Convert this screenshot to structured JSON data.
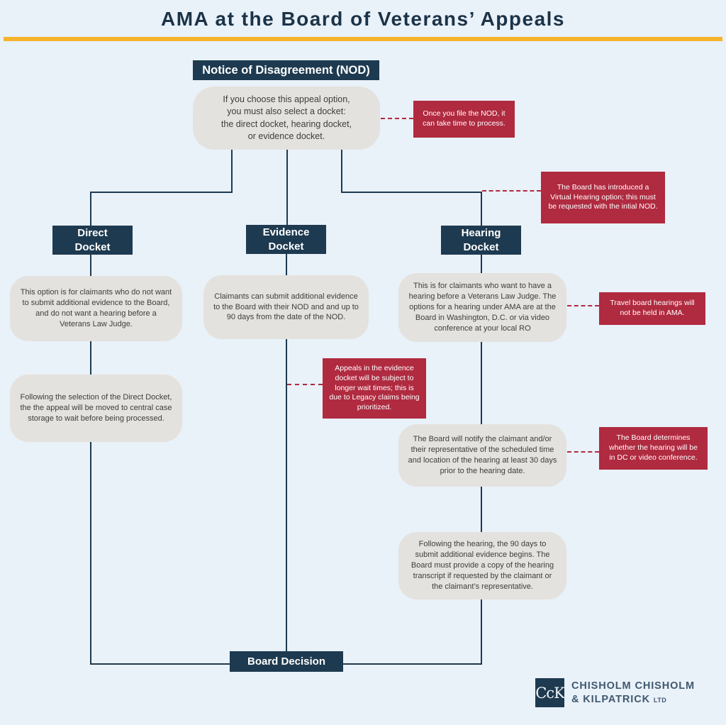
{
  "title": "AMA at the Board of Veterans’ Appeals",
  "nod": {
    "header": "Notice of Disagreement (NOD)",
    "body": "If you choose this appeal option,\nyou must also select a docket:\nthe direct docket, hearing docket,\nor evidence docket."
  },
  "callouts": {
    "nod_note": "Once you file the NOD, it can take time to process.",
    "virtual_hearing": "The Board has introduced a Virtual Hearing option; this must be requested with the intial NOD.",
    "evidence_wait": "Appeals in the evidence docket will be subject to longer wait times; this is due to Legacy claims being prioritized.",
    "travel_board": "Travel board hearings will not be held in AMA.",
    "board_determines": "The Board determines whether the hearing will be in DC or video conference."
  },
  "dockets": {
    "direct": {
      "header": "Direct\nDocket",
      "steps": [
        "This option is for claimants who do not want to submit additional evidence to the Board, and do not want a hearing before a Veterans Law Judge.",
        "Following the selection of the Direct Docket, the the appeal will be moved to central case storage to wait before being processed."
      ]
    },
    "evidence": {
      "header": "Evidence\nDocket",
      "steps": [
        "Claimants can submit additional evidence to the Board with their NOD and and up to 90 days from the date of the NOD."
      ]
    },
    "hearing": {
      "header": "Hearing\nDocket",
      "steps": [
        "This is for claimants who want to have a hearing before a Veterans Law Judge. The options for a hearing under AMA are at the Board in Washington, D.C. or via video conference at your local RO",
        "The Board will notify the claimant and/or their representative of the scheduled time and location of the hearing at least 30 days prior to the hearing date.",
        "Following the hearing, the 90 days to submit additional evidence begins. The Board must provide a copy of the hearing transcript if requested by the claimant or the claimant’s representative."
      ]
    }
  },
  "board_decision": "Board Decision",
  "logo": {
    "monogram": "CcK",
    "name_line1": "CHISHOLM CHISHOLM",
    "name_line2": "& KILPATRICK",
    "name_suffix": "LTD"
  },
  "colors": {
    "navy": "#1d3a50",
    "red": "#b02a40",
    "gray_box": "#e4e2de",
    "background": "#e9f1f9",
    "accent_yellow": "#f6b32c"
  }
}
